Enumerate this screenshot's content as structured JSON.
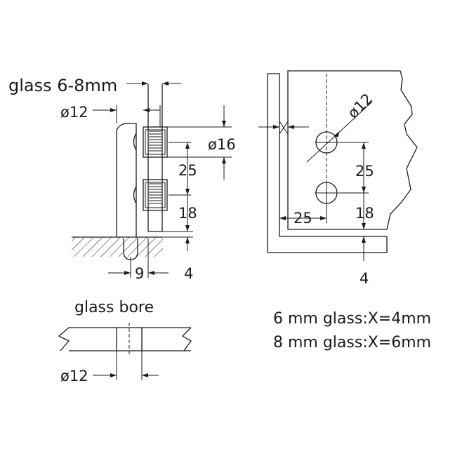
{
  "labels": {
    "glass_thickness": "glass 6-8mm",
    "bore_diameter_top": "ø12",
    "pad_diameter": "ø16",
    "spacing_left": "25",
    "gap_left": "18",
    "offset_9": "9",
    "floor_gap_left": "4",
    "hole_diameter_right": "ø12",
    "spacing_right": "25",
    "edge_right": "25",
    "gap_right": "18",
    "floor_gap_right": "4",
    "glass_bore_title": "glass bore",
    "bore_diameter_bottom": "ø12",
    "note_6mm": "6 mm glass:X=4mm",
    "note_8mm": "8 mm glass:X=6mm"
  }
}
